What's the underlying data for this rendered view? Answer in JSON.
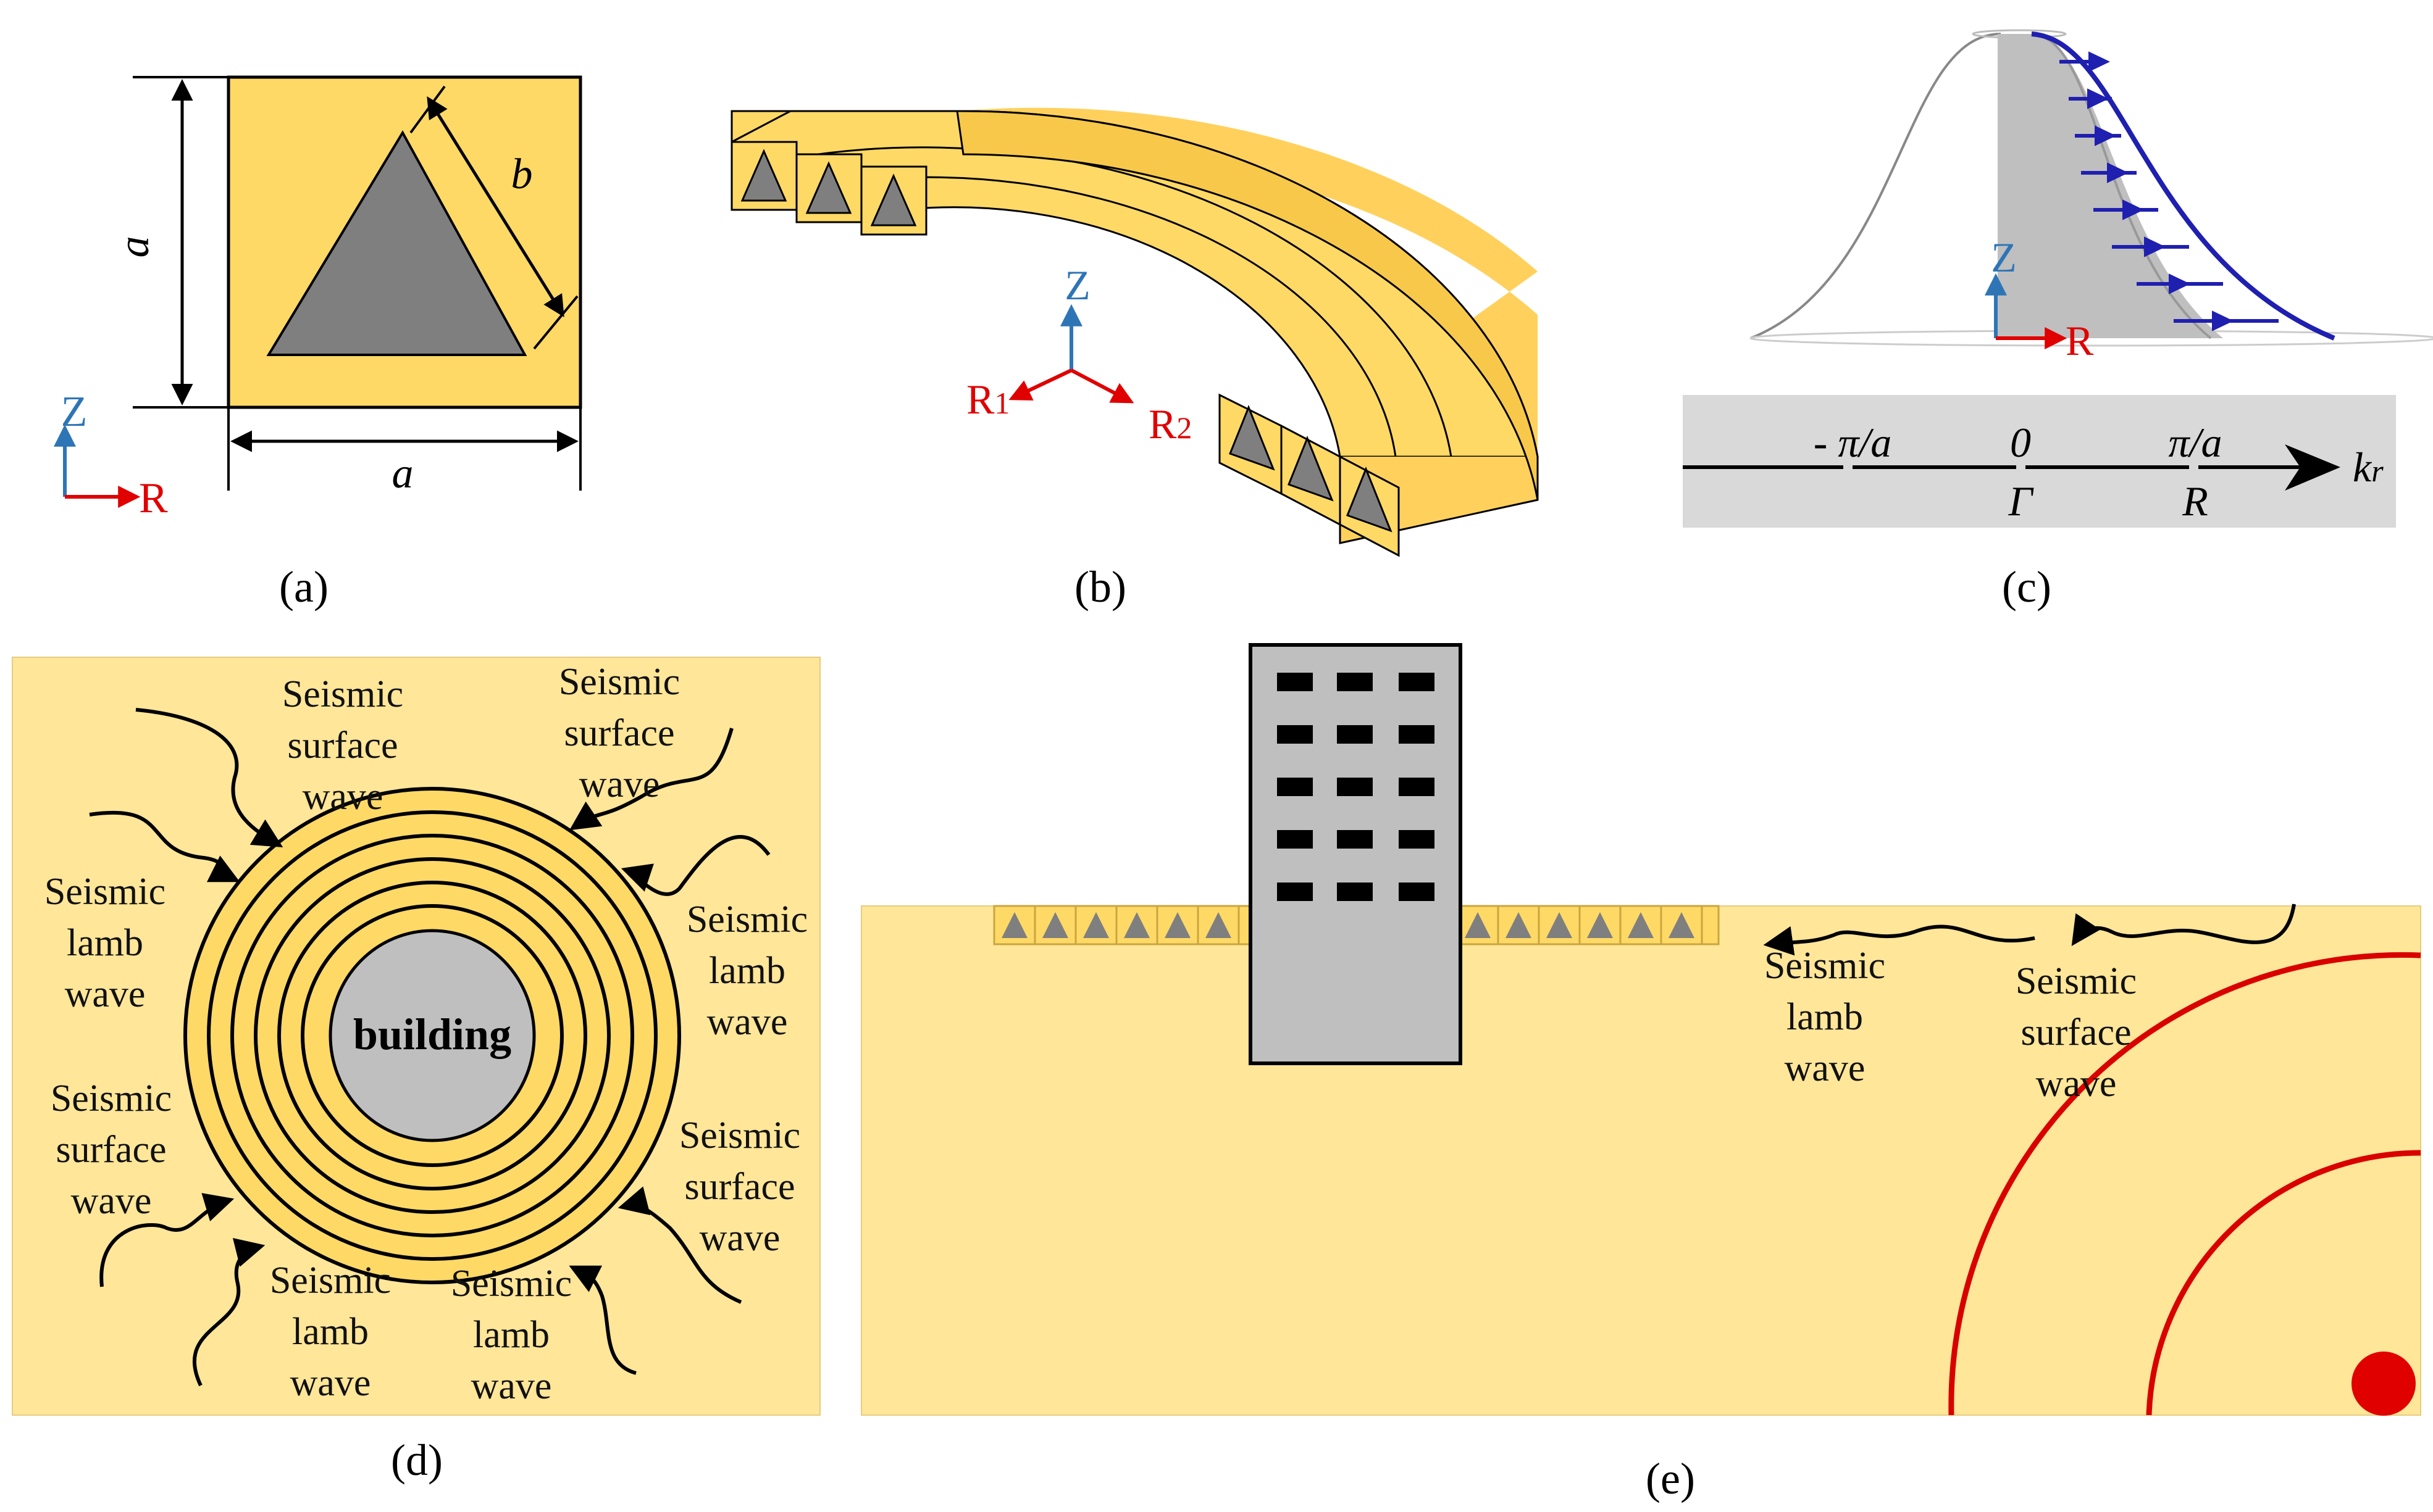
{
  "panels": {
    "a": {
      "caption": "(a)",
      "dim_height": "a",
      "dim_width": "a",
      "dim_side": "b",
      "axis_z": "Z",
      "axis_r": "R"
    },
    "b": {
      "caption": "(b)",
      "axis_z": "Z",
      "axis_r1": "R",
      "axis_r1_sub": "1",
      "axis_r2": "R",
      "axis_r2_sub": "2"
    },
    "c": {
      "caption": "(c)",
      "axis_z": "Z",
      "axis_r": "R",
      "axis_left_label": "- π/a",
      "axis_mid_label": "0",
      "axis_right_label": "π/a",
      "point_gamma": "Γ",
      "point_r": "R",
      "axis_name": "k",
      "axis_name_sub": "r"
    },
    "d": {
      "caption": "(d)",
      "center_label": "building",
      "wave_labels": [
        [
          "Seismic",
          "surface",
          "wave"
        ],
        [
          "Seismic",
          "surface",
          "wave"
        ],
        [
          "Seismic",
          "lamb",
          "wave"
        ],
        [
          "Seismic",
          "lamb",
          "wave"
        ],
        [
          "Seismic",
          "surface",
          "wave"
        ],
        [
          "Seismic",
          "surface",
          "wave"
        ],
        [
          "Seismic",
          "lamb",
          "wave"
        ],
        [
          "Seismic",
          "lamb",
          "wave"
        ]
      ]
    },
    "e": {
      "caption": "(e)",
      "wave_lamb": [
        "Seismic",
        "lamb",
        "wave"
      ],
      "wave_surface": [
        "Seismic",
        "surface",
        "wave"
      ]
    }
  },
  "colors": {
    "gold": "#FFD966",
    "light_gold": "#FFE699",
    "triangle_gray": "#7F7F7F",
    "building_gray": "#BFBFBF",
    "axis_blue": "#2E75B6",
    "axis_red": "#E00000",
    "wave_red": "#D90000",
    "arrow_blue": "#1F1FB0"
  }
}
